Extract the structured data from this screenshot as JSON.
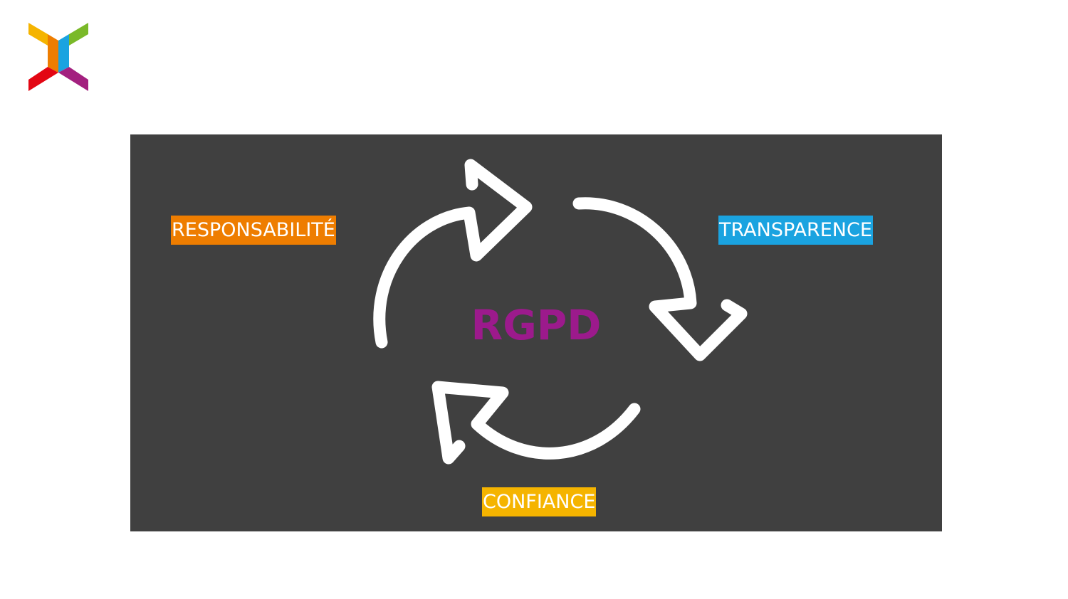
{
  "logo": {
    "name": "x-logo",
    "colors": [
      "#f5b400",
      "#7ab929",
      "#ee7d00",
      "#1aa3e0",
      "#e30613",
      "#a3207f"
    ]
  },
  "diagram": {
    "center_label": "RGPD",
    "center_color": "#9c1a8c",
    "background_color": "#404040",
    "arrow_color": "#ffffff",
    "labels": [
      {
        "text": "RESPONSABILITÉ",
        "color": "#ee7d00"
      },
      {
        "text": "TRANSPARENCE",
        "color": "#1aa3e0"
      },
      {
        "text": "CONFIANCE",
        "color": "#f5b400"
      }
    ]
  }
}
